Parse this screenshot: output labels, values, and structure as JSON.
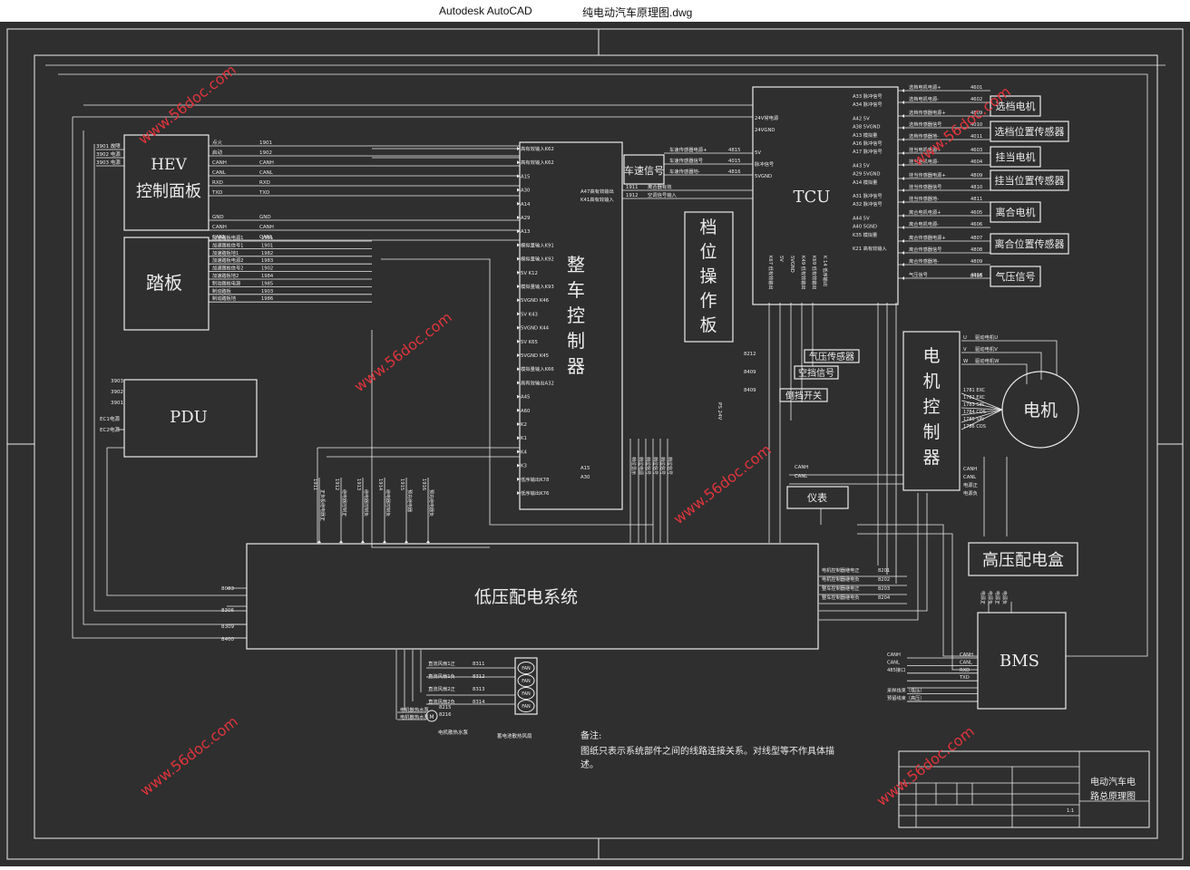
{
  "window": {
    "app_name": "Autodesk AutoCAD",
    "file_name": "纯电动汽车原理图.dwg"
  },
  "colors": {
    "background": "#2f2f2f",
    "line": "#ececec",
    "watermark": "#e0343c"
  },
  "blocks": {
    "hev": [
      "HEV",
      "控制面板"
    ],
    "pedal": "踏板",
    "pdu": "PDU",
    "vcu": [
      "整",
      "车",
      "控",
      "制",
      "器"
    ],
    "gear_board": [
      "档",
      "位",
      "操",
      "作",
      "板"
    ],
    "tcu": "TCU",
    "mcu": [
      "电",
      "机",
      "控",
      "制",
      "器"
    ],
    "motor": "电机",
    "hv_box": "高压配电盒",
    "bms": "BMS",
    "lv_system": "低压配电系统",
    "speed_signal": "车速信号",
    "dashboard": "仪表"
  },
  "right_blocks": [
    "选档电机",
    "选档位置传感器",
    "挂当电机",
    "挂当位置传感器",
    "离合电机",
    "离合位置传感器",
    "气压信号"
  ],
  "mid_blocks": [
    "气压传感器",
    "空挡信号",
    "倒挡开关"
  ],
  "hev_pins_left": [
    "3901 故障",
    "3902 电源",
    "3903 电源"
  ],
  "hev_signals": [
    {
      "name": "点火",
      "code": "1901"
    },
    {
      "name": "启动",
      "code": "1902"
    },
    {
      "name": "CANH",
      "code": "CANH"
    },
    {
      "name": "CANL",
      "code": "CANL"
    },
    {
      "name": "RXD",
      "code": "RXD"
    },
    {
      "name": "TXD",
      "code": "TXD"
    },
    {
      "name": "GND",
      "code": "GND"
    },
    {
      "name": "CANH",
      "code": "CANH"
    },
    {
      "name": "CANL",
      "code": "CANL"
    }
  ],
  "pedal_signals": [
    {
      "name": "加速踏板电源1",
      "code": "1981"
    },
    {
      "name": "加速踏板信号1",
      "code": "1901"
    },
    {
      "name": "加速踏板地1",
      "code": "1982"
    },
    {
      "name": "加速踏板电源2",
      "code": "1983"
    },
    {
      "name": "加速踏板信号2",
      "code": "1902"
    },
    {
      "name": "加速踏板地2",
      "code": "1984"
    },
    {
      "name": "制动踏板电源",
      "code": "1985"
    },
    {
      "name": "制动踏板",
      "code": "1903"
    },
    {
      "name": "制动踏板地",
      "code": "1986"
    }
  ],
  "vcu_pins_left": [
    "高有效输入K62",
    "高有效输入K62",
    "A15",
    "A30",
    "A14",
    "A29",
    "A13",
    "模拟量输入K91",
    "模拟量输入K92",
    "5V K12",
    "模拟量输入K93",
    "5VGND K46",
    "5V K43",
    "5VGND K44",
    "5V K65",
    "5VGND K45",
    "模拟量输入K66",
    "高有效输出A32",
    "A45",
    "A60",
    "K2",
    "K1",
    "K4",
    "K3",
    "低序输出K78",
    "低序输出K76"
  ],
  "vcu_pins_right": [
    "A47高有效输出",
    "K41高有效输入",
    "A15",
    "A30"
  ],
  "speed_signals": [
    {
      "name": "车速传感器电源+",
      "code": "4815"
    },
    {
      "name": "车速传感器信号",
      "code": "4015"
    },
    {
      "name": "车速传感器地-",
      "code": "4816"
    }
  ],
  "vcu_tcu_signals": [
    {
      "code": "1911",
      "name": "离合器有效"
    },
    {
      "code": "1912",
      "name": "空调信号输入"
    }
  ],
  "tcu_signals_left": [
    "24V常电源",
    "24VGND",
    "5V",
    "脉冲信号",
    "5VGND"
  ],
  "tcu_pins_right": [
    "A33 脉冲信号",
    "A34 脉冲信号",
    "A42 5V",
    "A38 5VGND",
    "A13 模拟量",
    "A16 脉冲信号",
    "A17 脉冲信号",
    "A43 5V",
    "A29 5VGND",
    "A14 模拟量",
    "A31 脉冲信号",
    "A32 脉冲信号",
    "A44 5V",
    "A40 5GND",
    "K35 模拟量",
    "K21 高有效输入"
  ],
  "tcu_bottom_pins": [
    "K67 低有效输出",
    "5V",
    "5VGND",
    "K49 低有效输出",
    "K69 低有效输出",
    "K 14 低序输出"
  ],
  "tcu_right_signals": [
    {
      "name": "选档电机电源+",
      "code": "4601"
    },
    {
      "name": "选档电机电源-",
      "code": "4602"
    },
    {
      "name": "选档传感器电源+",
      "code": "4809"
    },
    {
      "name": "选档传感器信号",
      "code": "4010"
    },
    {
      "name": "选档传感器地-",
      "code": "4011"
    },
    {
      "name": "挂当电机电源+",
      "code": "4603"
    },
    {
      "name": "挂当电机电源-",
      "code": "4604"
    },
    {
      "name": "挂当传感器电源+",
      "code": "4809"
    },
    {
      "name": "挂当传感器信号",
      "code": "4810"
    },
    {
      "name": "挂当传感器地-",
      "code": "4811"
    },
    {
      "name": "离合电机电源+",
      "code": "4605"
    },
    {
      "name": "离合电机电源-",
      "code": "4606"
    },
    {
      "name": "离合传感器电源+",
      "code": "4807"
    },
    {
      "name": "离合传感器信号",
      "code": "4808"
    },
    {
      "name": "离合传感器地-",
      "code": "4809"
    },
    {
      "name": "气压信号",
      "code": "4018"
    }
  ],
  "air_code": "8405",
  "mid_codes": [
    "8212",
    "8409",
    "8409"
  ],
  "gear_board_code": "PS 24V",
  "motor_signals": [
    {
      "name": "U",
      "desc": "驱动电机U"
    },
    {
      "name": "V",
      "desc": "驱动电机V"
    },
    {
      "name": "W",
      "desc": "驱动电机W"
    }
  ],
  "resolver_signals": [
    "1781 EXC",
    "1782 EXC",
    "1783 SIN",
    "1784 COS",
    "1785 SIN",
    "1786 COS"
  ],
  "mcu_signals": [
    "CANH",
    "CANL",
    "电源正",
    "电源负"
  ],
  "can_labels": [
    "CANH",
    "CANL"
  ],
  "lv_right_signals": [
    {
      "name": "电机控制器继电正",
      "code": "8201"
    },
    {
      "name": "电机控制器继电负",
      "code": "8202"
    },
    {
      "name": "整车控制器继电正",
      "code": "8203"
    },
    {
      "name": "整车控制器继电负",
      "code": "8204"
    }
  ],
  "lv_left_codes": [
    "8083",
    "8306",
    "8309",
    "8400"
  ],
  "lv_top_labels": [
    "1911",
    "1912",
    "1913",
    "1914",
    "1915",
    "1916"
  ],
  "lv_top_names": [
    "正负极继电器正",
    "继电器控制正",
    "继电器控制负",
    "继电器控制负",
    "预充继电器",
    "预充继电器负"
  ],
  "vcu_bottom_labels": [
    "档位显示",
    "档位电源",
    "档位信号",
    "档位信号",
    "档位信号",
    "档位信号"
  ],
  "fans": [
    {
      "name": "直流风扇1正",
      "code": "8311"
    },
    {
      "name": "直流风扇1负",
      "code": "8312"
    },
    {
      "name": "直流风扇2正",
      "code": "8313"
    },
    {
      "name": "直流风扇2负",
      "code": "8314"
    }
  ],
  "fan_label": "FAN",
  "pump": {
    "labels": [
      "电机散热水泵",
      "电机散热水泵"
    ],
    "codes": [
      "8215",
      "8216"
    ],
    "caption": "电机散热水泵",
    "symbol": "M"
  },
  "fan_caption": "蓄电池散热风扇",
  "bms_signals": [
    {
      "name": "CANH",
      "code": "CANH"
    },
    {
      "name": "CANL",
      "code": "CANL"
    },
    {
      "name": "485接口",
      "code": "RXD"
    },
    {
      "name": "",
      "code": "TXD"
    },
    {
      "name": "采样线束（低压）",
      "code": ""
    },
    {
      "name": "预留线束（高压）",
      "code": ""
    }
  ],
  "hv_signals": [
    "电源正",
    "电源负",
    "电源正",
    "电源负"
  ],
  "note": {
    "title": "备注:",
    "lines": [
      "图纸只表示系统部件之间的线路连接关系。对线型等不作具体描",
      "述。"
    ]
  },
  "title_block": {
    "title_lines": [
      "电动汽车电",
      "路总原理图"
    ],
    "scale": "1:1"
  },
  "watermarks": [
    "www.56doc.com",
    "www.56doc.com",
    "www.56doc.com",
    "www.56doc.com",
    "www.56doc.com",
    "www.56doc.com",
    "www.56doc.com"
  ]
}
